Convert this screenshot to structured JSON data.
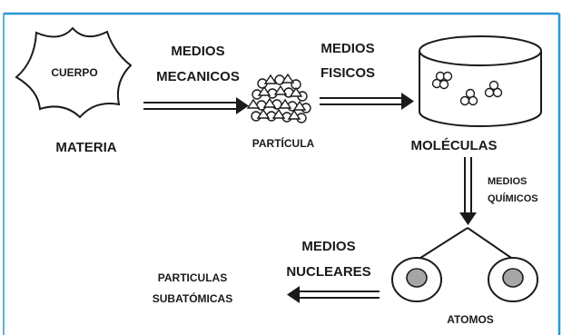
{
  "diagram": {
    "colors": {
      "frame": "#2b97d4",
      "ink": "#1a1a1a",
      "atom_nucleus": "#a6a6a6"
    },
    "nodes": {
      "cuerpo": "CUERPO",
      "materia": "MATERIA",
      "particula": "PARTÍCULA",
      "moleculas": "MOLÉCULAS",
      "atomos": "ATOMOS",
      "subatomicas_1": "PARTICULAS",
      "subatomicas_2": "SUBATÓMICAS"
    },
    "arrows": {
      "mecanicos_1": "MEDIOS",
      "mecanicos_2": "MECANICOS",
      "fisicos_1": "MEDIOS",
      "fisicos_2": "FISICOS",
      "quimicos_1": "MEDIOS",
      "quimicos_2": "QUÍMICOS",
      "nucleares_1": "MEDIOS",
      "nucleares_2": "NUCLEARES"
    }
  }
}
